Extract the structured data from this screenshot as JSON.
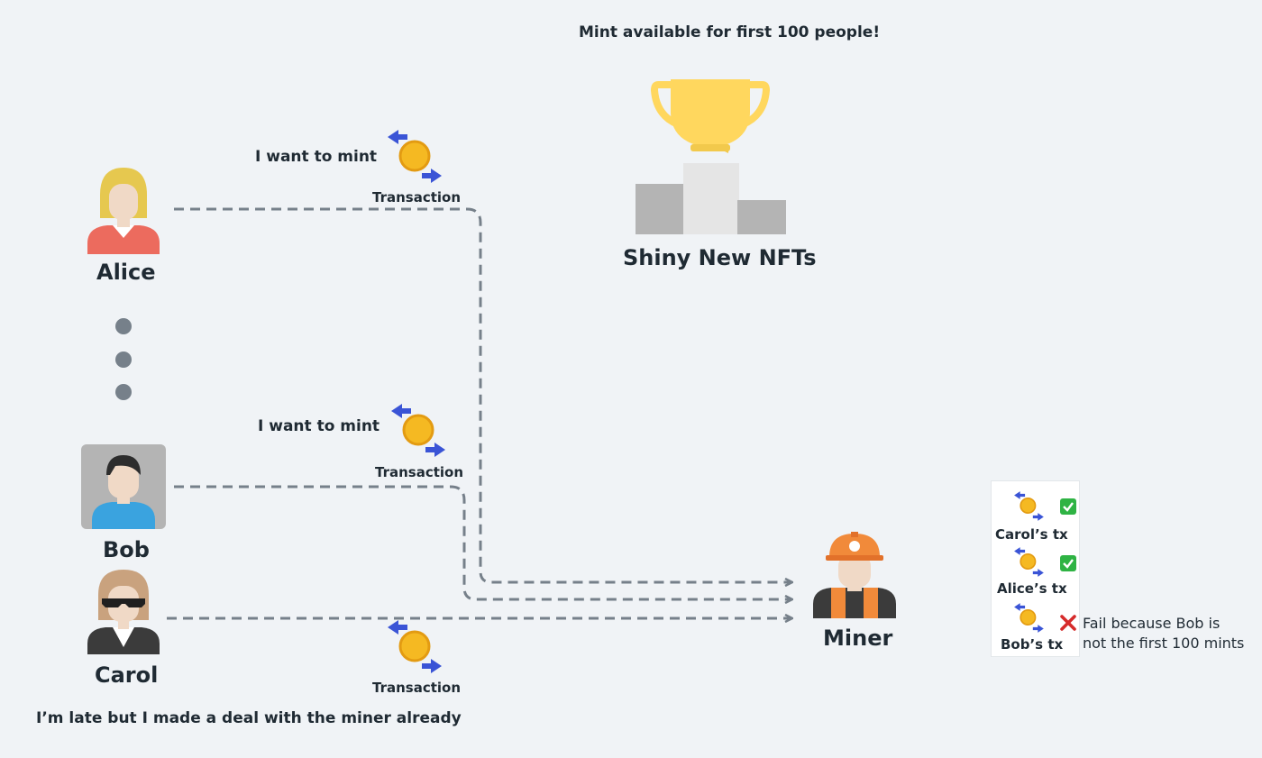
{
  "header": {
    "title": "Mint available for first 100 people!"
  },
  "prize": {
    "label": "Shiny New NFTs"
  },
  "users": {
    "alice": {
      "name": "Alice"
    },
    "bob": {
      "name": "Bob"
    },
    "carol": {
      "name": "Carol"
    }
  },
  "messages": {
    "alice_msg": "I want to mint",
    "bob_msg": "I want to mint",
    "carol_msg": "I’m late but I made a deal with the miner already"
  },
  "transactions": {
    "alice_tx": "Transaction",
    "bob_tx": "Transaction",
    "carol_tx": "Transaction"
  },
  "miner": {
    "name": "Miner"
  },
  "block": {
    "entries": [
      {
        "label": "Carol’s tx",
        "status": "success"
      },
      {
        "label": "Alice’s tx",
        "status": "success"
      },
      {
        "label": "Bob’s tx",
        "status": "fail"
      }
    ],
    "fail_note_line1": "Fail because Bob is",
    "fail_note_line2": "not the first 100 mints"
  },
  "colors": {
    "background": "#f0f3f6",
    "dashed_line": "#76808a",
    "coin": "#f5b922",
    "arrow_blue": "#3a54d6",
    "check_green": "#2fb344",
    "fail_red": "#d62b2b",
    "trophy": "#ffd75e"
  }
}
